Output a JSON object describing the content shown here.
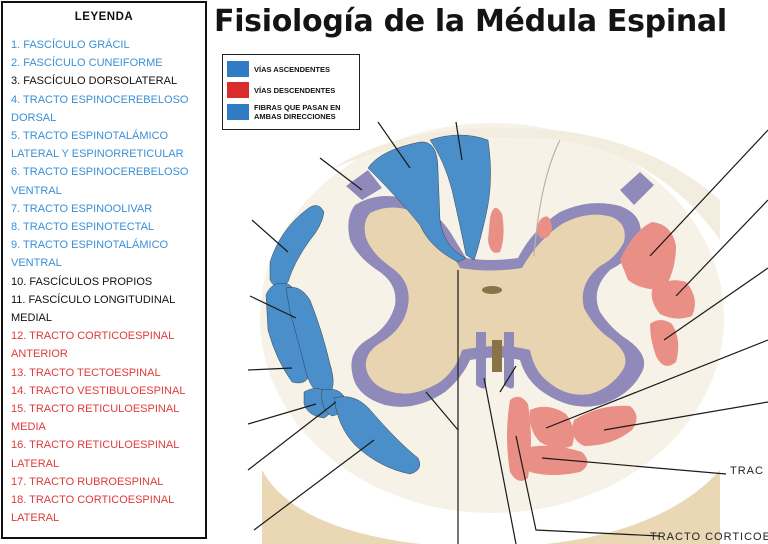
{
  "legend": {
    "title": "LEYENDA",
    "items": [
      {
        "text": "1. FASCÍCULO GRÁCIL",
        "color": "blue"
      },
      {
        "text": "2. FASCÍCULO CUNEIFORME",
        "color": "blue"
      },
      {
        "text": "3. FASCÍCULO DORSOLATERAL",
        "color": "black"
      },
      {
        "text": "4. TRACTO ESPINOCEREBELOSO\nDORSAL",
        "color": "blue"
      },
      {
        "text": "5. TRACTO ESPINOTALÁMICO\nLATERAL Y ESPINORRETICULAR",
        "color": "blue"
      },
      {
        "text": "6. TRACTO ESPINOCEREBELOSO\nVENTRAL",
        "color": "blue"
      },
      {
        "text": "7. TRACTO ESPINOOLIVAR",
        "color": "blue"
      },
      {
        "text": "8. TRACTO ESPINOTECTAL",
        "color": "blue"
      },
      {
        "text": "9. TRACTO ESPINOTALÁMICO\nVENTRAL",
        "color": "blue"
      },
      {
        "text": "10. FASCÍCULOS PROPIOS",
        "color": "black"
      },
      {
        "text": "11. FASCÍCULO LONGITUDINAL\nMEDIAL",
        "color": "black"
      },
      {
        "text": "12. TRACTO CORTICOESPINAL\nANTERIOR",
        "color": "red"
      },
      {
        "text": "13. TRACTO TECTOESPINAL",
        "color": "red"
      },
      {
        "text": "14. TRACTO VESTIBULOESPINAL",
        "color": "red"
      },
      {
        "text": "15. TRACTO RETICULOESPINAL\nMEDIA",
        "color": "red"
      },
      {
        "text": "16. TRACTO RETICULOESPINAL\nLATERAL",
        "color": "red"
      },
      {
        "text": "17. TRACTO RUBROESPINAL",
        "color": "red"
      },
      {
        "text": "18. TRACTO CORTICOESPINAL\nLATERAL",
        "color": "red"
      }
    ]
  },
  "title": "Fisiología de la Médula Espinal",
  "key": {
    "ascending": "VÍAS ASCENDENTES",
    "descending": "VÍAS DESCENDENTES",
    "both": "FIBRAS QUE PASAN EN\nAMBAS DIRECCIONES"
  },
  "cutoff_labels": {
    "right": "TRAC",
    "bottom": "TRACTO CORTICOE"
  },
  "colors": {
    "ascending": "#3f8ccb",
    "descending": "#e23a3a",
    "both": "#2f7cc4",
    "blue_text": "#3a8fd6",
    "red_text": "#e03a3a",
    "gray_matter": "#e8d3b0",
    "gray_border": "#8c87b8",
    "white_matter": "#f6f1e6",
    "red_tract": "#ea8f86"
  }
}
